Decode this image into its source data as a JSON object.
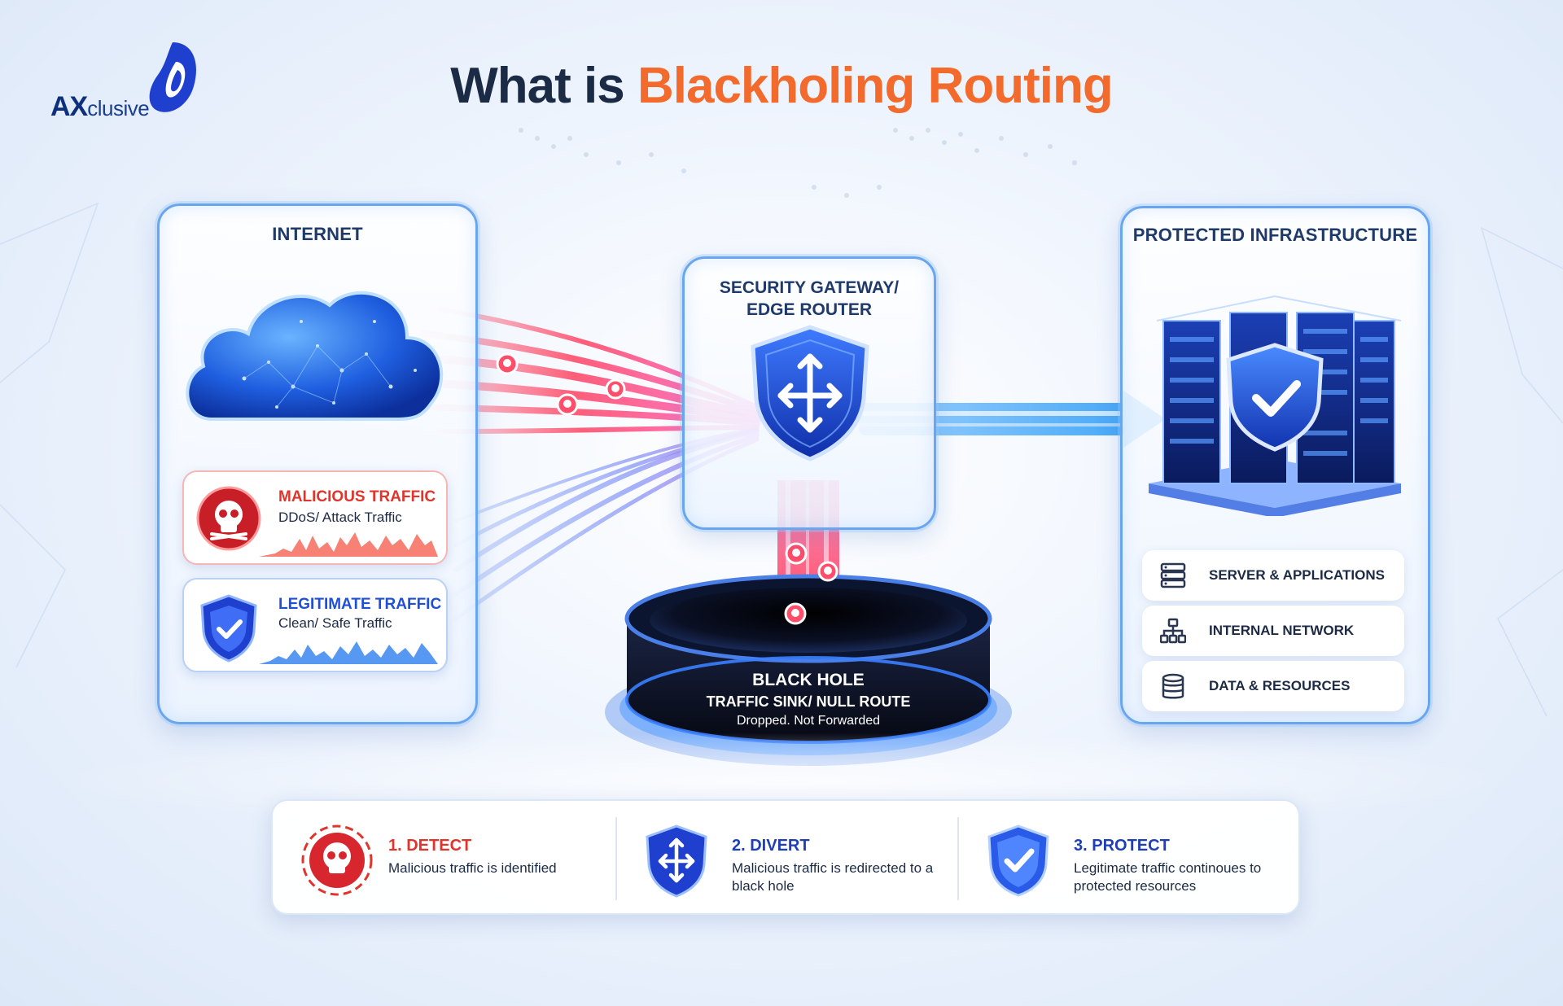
{
  "brand": {
    "logo_main": "AX",
    "logo_rest": "clusive"
  },
  "title": {
    "part1": "What is",
    "part2": "Blackholing Routing",
    "accent_color": "#f26a2c",
    "dark_color": "#1c2b45"
  },
  "internet": {
    "label": "INTERNET",
    "malicious": {
      "title": "MALICIOUS TRAFFIC",
      "subtitle": "DDoS/ Attack Traffic",
      "color": "#e0342d",
      "icon": "skull-icon"
    },
    "legitimate": {
      "title": "LEGITIMATE TRAFFIC",
      "subtitle": "Clean/ Safe Traffic",
      "color": "#1f4fd6",
      "icon": "shield-check-icon"
    }
  },
  "gateway": {
    "line1": "SECURITY GATEWAY/",
    "line2": "EDGE ROUTER",
    "icon": "router-arrows-shield-icon"
  },
  "black_hole": {
    "title": "BLACK HOLE",
    "subtitle": "TRAFFIC SINK/ NULL ROUTE",
    "note": "Dropped. Not Forwarded"
  },
  "protected": {
    "label": "PROTECTED INFRASTRUCTURE",
    "items": [
      {
        "label": "SERVER & APPLICATIONS",
        "icon": "server-stack-icon"
      },
      {
        "label": "INTERNAL NETWORK",
        "icon": "network-tree-icon"
      },
      {
        "label": "DATA & RESOURCES",
        "icon": "database-icon"
      }
    ]
  },
  "steps": [
    {
      "title": "1. DETECT",
      "desc": "Malicious traffic is identified",
      "color": "#e0342d",
      "icon": "skull-icon"
    },
    {
      "title": "2. DIVERT",
      "desc": "Malicious traffic is redirected to a black hole",
      "color": "#1f3fb8",
      "icon": "divert-shield-icon"
    },
    {
      "title": "3. PROTECT",
      "desc": "Legitimate traffic continoues to protected resources",
      "color": "#1f3fb8",
      "icon": "shield-check-icon"
    }
  ]
}
